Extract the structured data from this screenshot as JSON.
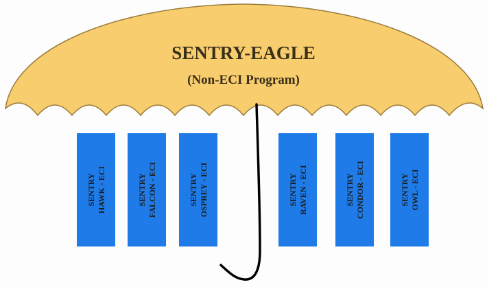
{
  "umbrella": {
    "title": "SENTRY-EAGLE",
    "subtitle": "(Non-ECI Program)",
    "fill_color": "#F8CD6E",
    "stroke_color": "#9a7b3a"
  },
  "handle": {
    "color": "#000000"
  },
  "programs": [
    {
      "line1": "SENTRY",
      "line2": "HAWK - ECI"
    },
    {
      "line1": "SENTRY",
      "line2": "FALCON - ECI"
    },
    {
      "line1": "SENTRY",
      "line2": "OSPREY - ECI"
    },
    {
      "line1": "SENTRY",
      "line2": "RAVEN - ECI"
    },
    {
      "line1": "SENTRY",
      "line2": "CONDOR - ECI"
    },
    {
      "line1": "SENTRY",
      "line2": "OWL - ECI"
    }
  ],
  "box_color": "#1E7BE8"
}
